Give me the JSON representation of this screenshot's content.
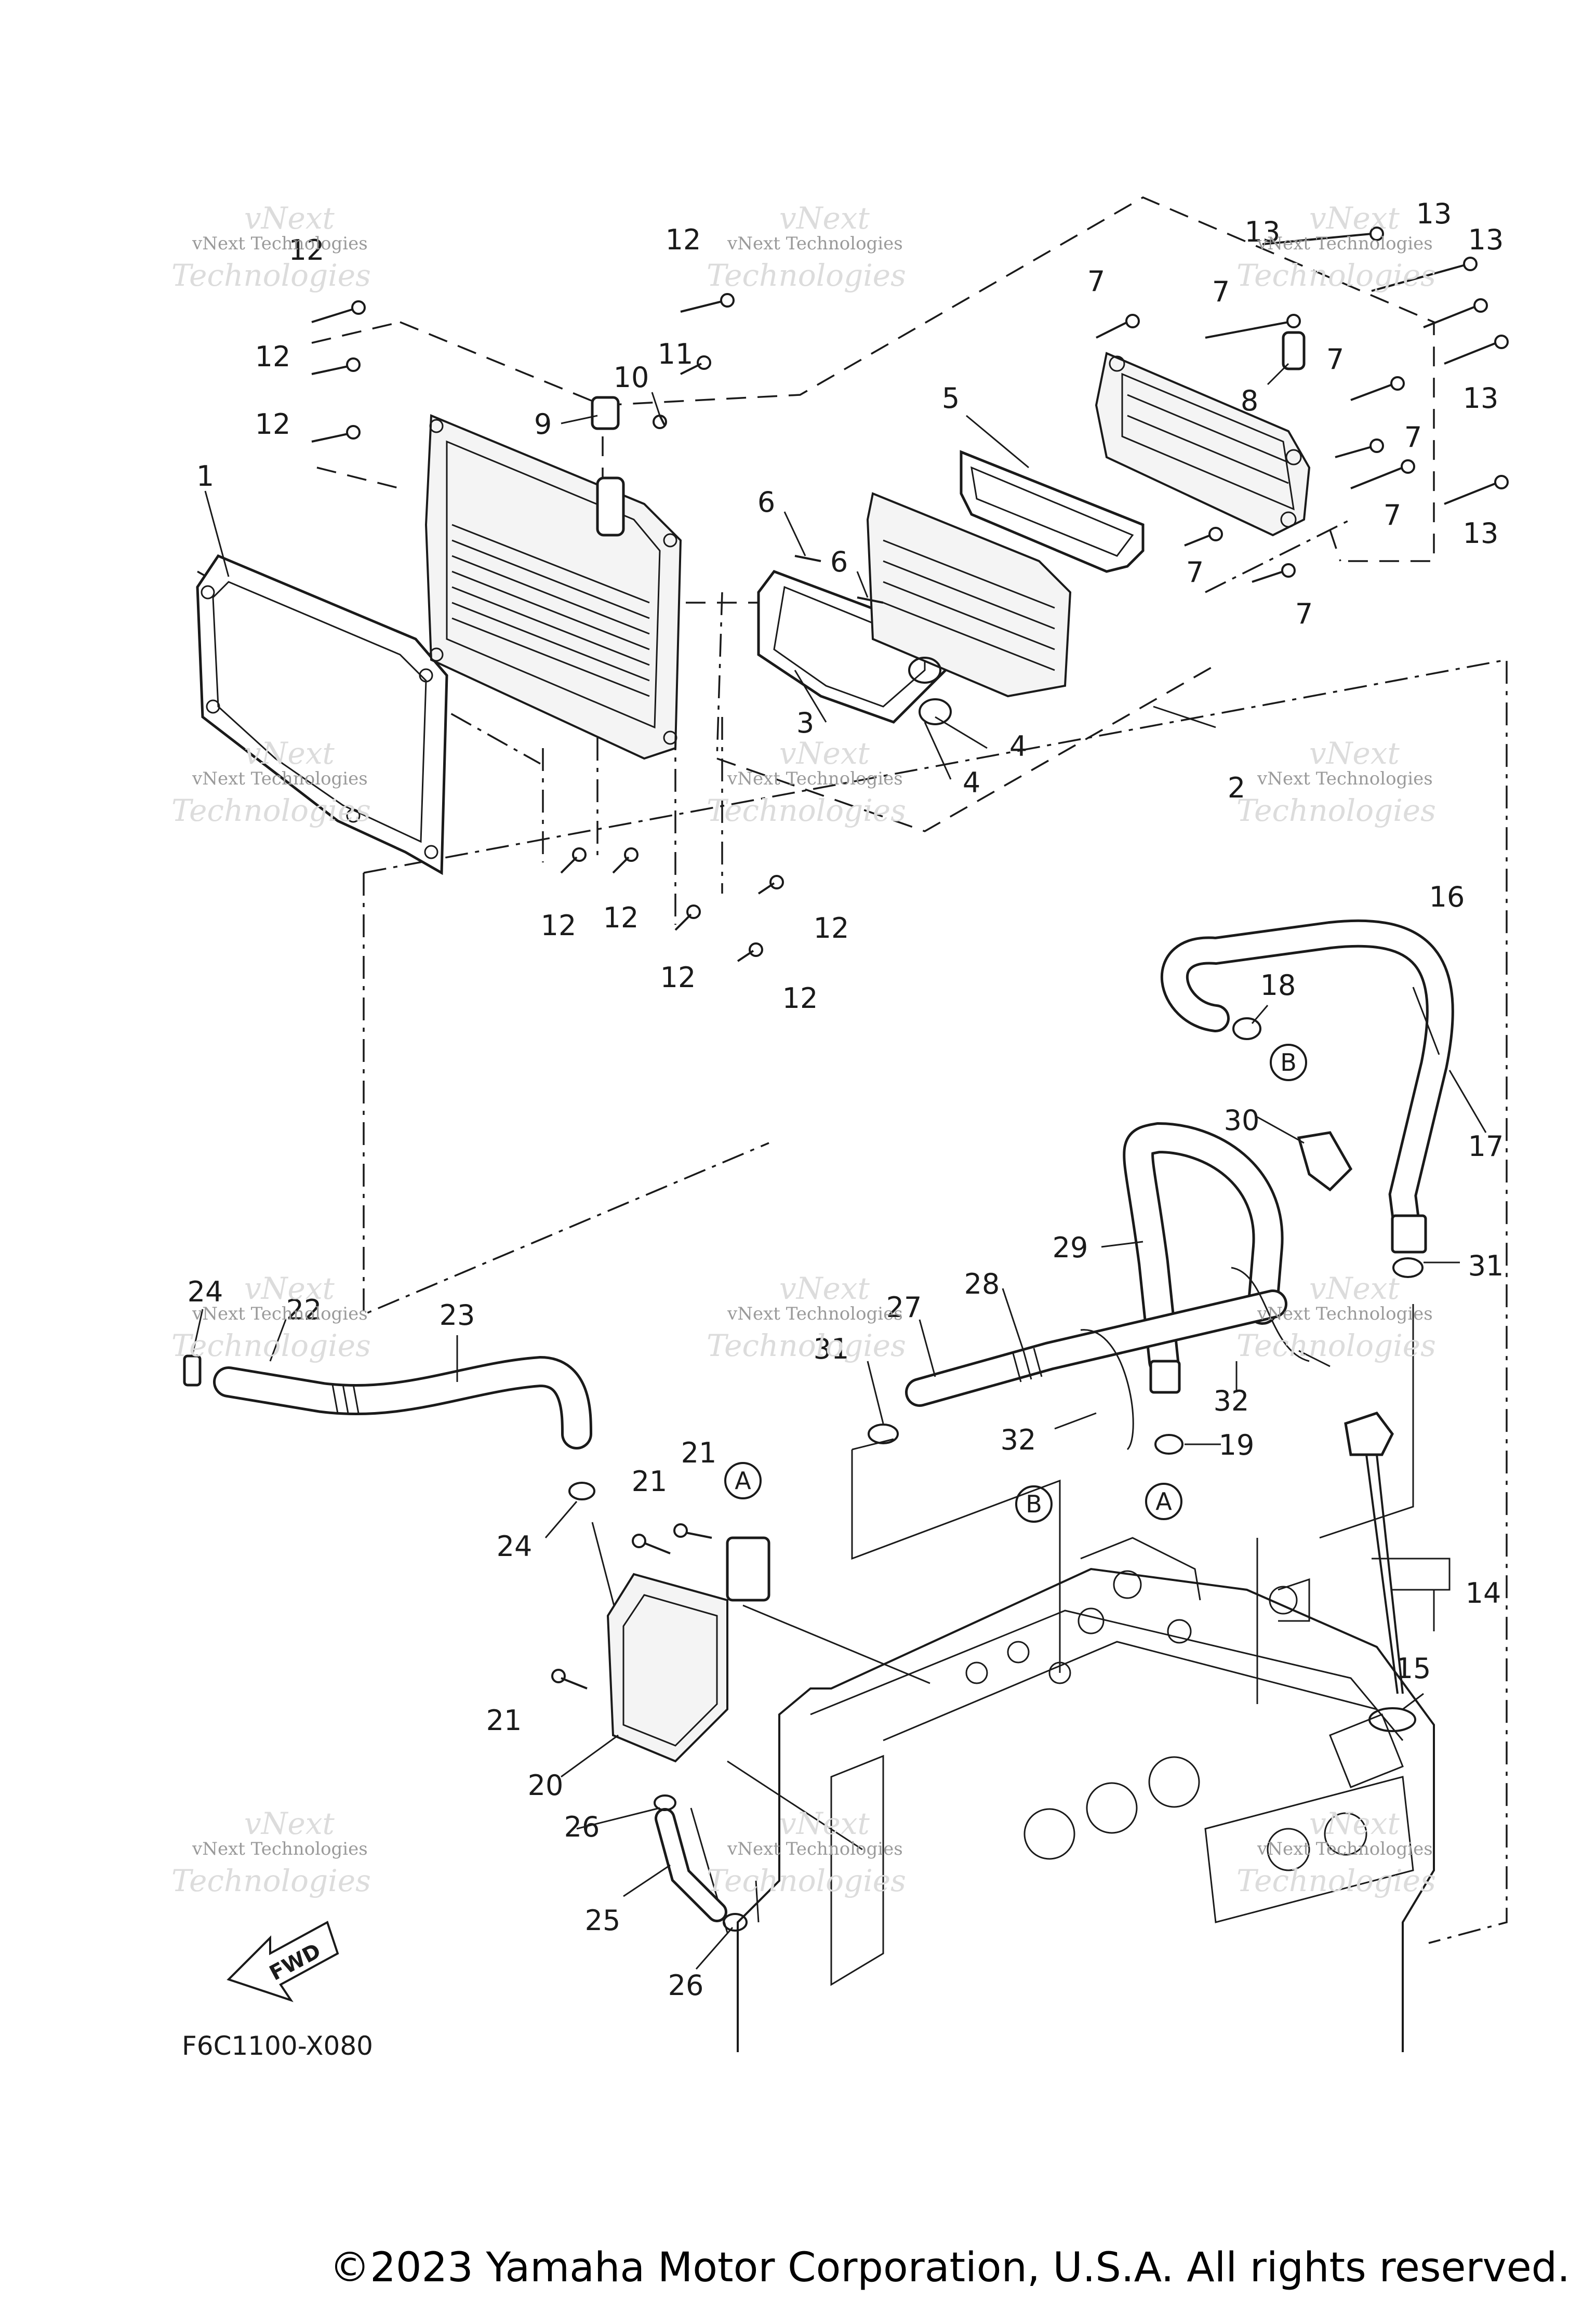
{
  "diagram": {
    "figure_code": "F6C1100-X080",
    "direction_label": "FWD",
    "watermark": {
      "line1": "vNext",
      "line2": "vNext Technologies",
      "line3": "Technologies"
    },
    "circled_refs": [
      "A",
      "B"
    ],
    "callouts": [
      "1",
      "2",
      "3",
      "4",
      "5",
      "6",
      "7",
      "8",
      "9",
      "10",
      "11",
      "12",
      "13",
      "14",
      "15",
      "16",
      "17",
      "18",
      "19",
      "20",
      "21",
      "22",
      "23",
      "24",
      "25",
      "26",
      "27",
      "28",
      "29",
      "30",
      "31",
      "32"
    ]
  },
  "footer": {
    "copyright": "©2023 Yamaha Motor Corporation, U.S.A. All rights reserved."
  }
}
